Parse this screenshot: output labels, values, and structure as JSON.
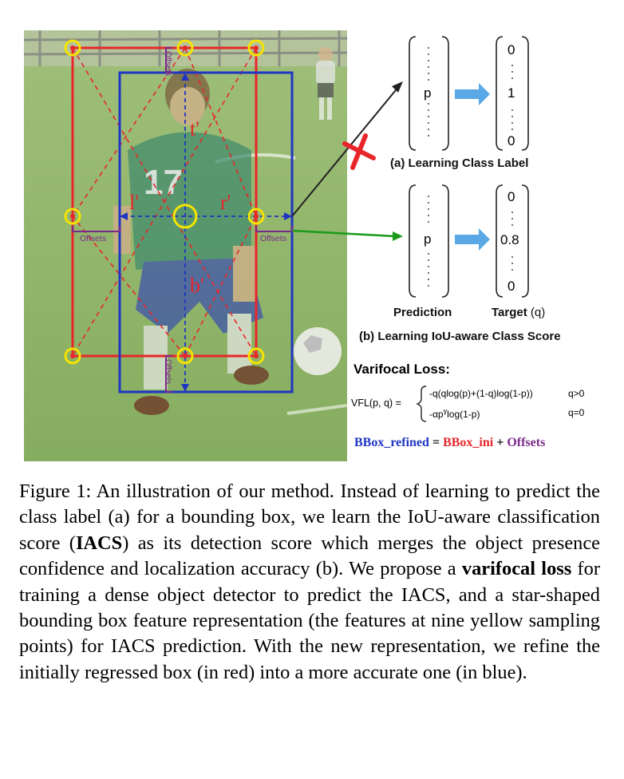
{
  "figure": {
    "offsets_label": "Offsets",
    "distances": {
      "top": "t'",
      "left": "l'",
      "right": "r'",
      "bottom": "b'"
    },
    "jersey_number": "17",
    "prediction_a": {
      "top": ":",
      "middle": "p",
      "bottom": ":"
    },
    "target_a": {
      "top": "0",
      "middle": "1",
      "bottom": "0"
    },
    "caption_a": "(a) Learning Class Label",
    "prediction_b": {
      "top": ":",
      "middle": "p",
      "bottom": ":"
    },
    "target_b": {
      "top": "0",
      "middle": "0.8",
      "bottom": "0"
    },
    "col_prediction": "Prediction",
    "col_target": "Target",
    "col_target_sym": "(q)",
    "caption_b": "(b) Learning IoU-aware Class Score",
    "vfl_title": "Varifocal Loss:",
    "vfl_lhs": "VFL(p, q) =",
    "vfl_case1": "-q(qlog(p)+(1-q)log(1-p))",
    "vfl_cond1": "q>0",
    "vfl_case2": "-αp",
    "vfl_case2_sup": "γ",
    "vfl_case2_rest": "log(1-p)",
    "vfl_cond2": "q=0",
    "eq_refined": "BBox_refined",
    "eq_equals": " = ",
    "eq_ini": "BBox_ini",
    "eq_plus": " + ",
    "eq_offsets": "Offsets",
    "colors": {
      "red_box": "#e8262a",
      "blue_box": "#1f35c4",
      "yellow": "#f5e400",
      "purple": "#7b2a8c",
      "green": "#1c9a1c",
      "arrow_blue": "#5aa9e6"
    }
  },
  "caption": {
    "s1": "Figure 1: An illustration of our method. Instead of learning to predict the class label (a) for a bounding box, we learn the IoU-aware classification score (",
    "b1": "IACS",
    "s2": ") as its detection score which merges the object presence confidence and localization accuracy (b). We propose a ",
    "b2": "varifocal loss",
    "s3": " for training a dense object detector to predict the IACS, and a star-shaped bounding box feature representation (the features at nine yellow sampling points) for IACS prediction. With the new representation, we refine the initially regressed box (in red) into a more accurate one (in blue)."
  }
}
